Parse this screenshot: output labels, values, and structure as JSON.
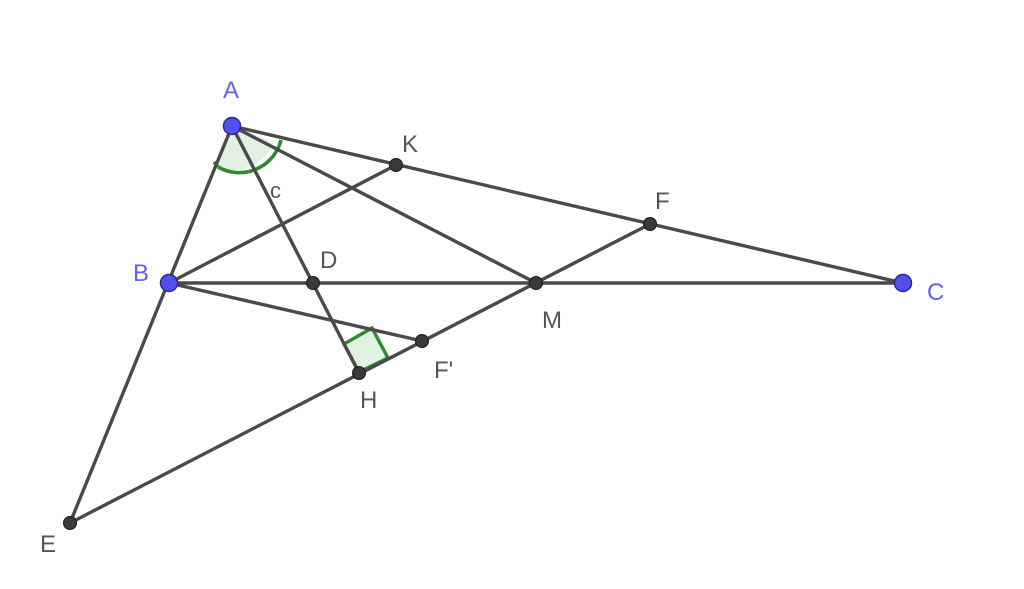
{
  "diagram": {
    "points": {
      "A": {
        "label": "A"
      },
      "B": {
        "label": "B"
      },
      "C": {
        "label": "C"
      },
      "D": {
        "label": "D"
      },
      "E": {
        "label": "E"
      },
      "F": {
        "label": "F"
      },
      "F2": {
        "label": "F'"
      },
      "H": {
        "label": "H"
      },
      "K": {
        "label": "K"
      },
      "M": {
        "label": "M"
      }
    },
    "segment_labels": {
      "c": "c"
    },
    "colors": {
      "free_point": "#5050f0",
      "dependent_point": "#3a3a3a",
      "segment": "#4a4a4a",
      "angle_mark": "#2e8b2e"
    }
  }
}
